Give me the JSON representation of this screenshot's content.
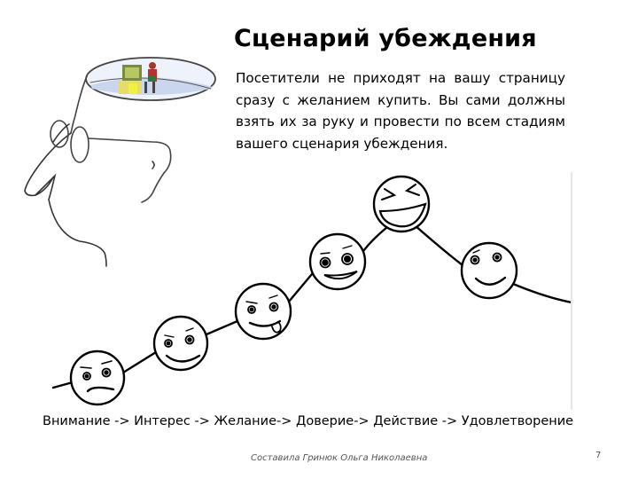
{
  "slide": {
    "title": "Сценарий убеждения",
    "body": "Посетители не приходят на вашу страницу сразу с желанием купить. Вы сами должны взять их за руку и провести по всем стадиям вашего сценария убеждения.",
    "stages_line": "Внимание -> Интерес -> Желание-> Доверие-> Действие -> Удовлетворение",
    "footer": {
      "author": "Составила Гринюк Ольга Николаевна",
      "page_number": "7"
    }
  },
  "illustration": {
    "head": "thinking-head-with-glasses-icon",
    "thought": "person-at-computer-icon"
  },
  "diagram": {
    "type": "stage-curve",
    "stages": [
      {
        "name": "Внимание",
        "face": "frowning-face-icon"
      },
      {
        "name": "Интерес",
        "face": "smiling-face-icon"
      },
      {
        "name": "Желание",
        "face": "tongue-out-face-icon"
      },
      {
        "name": "Доверие",
        "face": "grinning-face-icon"
      },
      {
        "name": "Действие",
        "face": "laughing-face-icon"
      },
      {
        "name": "Удовлетворение",
        "face": "content-smiling-face-icon"
      }
    ],
    "colors": {
      "line": "#000000",
      "thought_fill": "#dde6f5",
      "desk": "#e8e070",
      "person": "#b03030",
      "monitor": "#8aa040"
    }
  }
}
